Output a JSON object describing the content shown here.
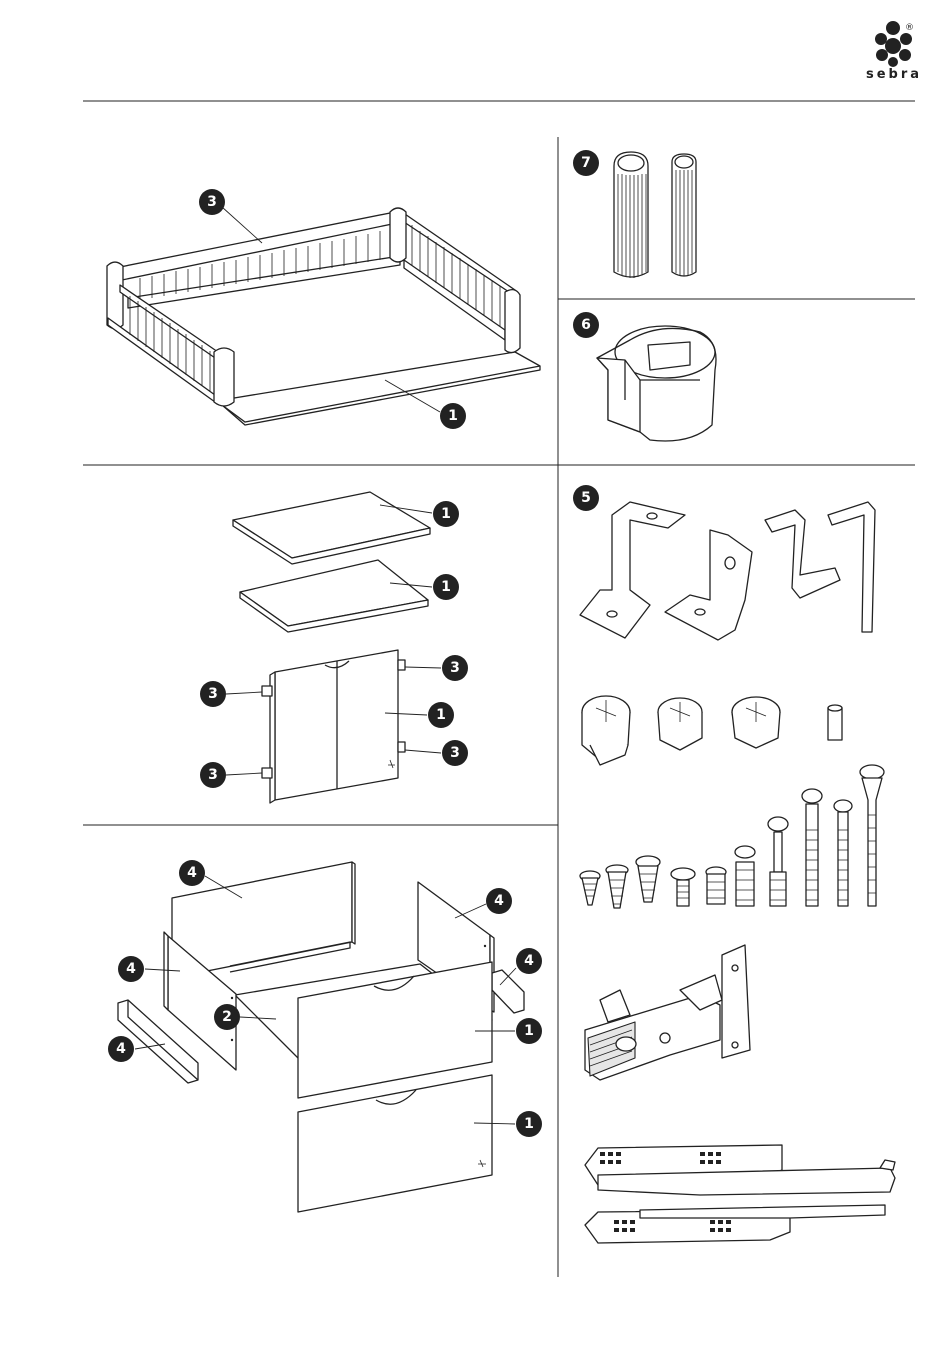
{
  "brand": {
    "name": "sebra",
    "registered": "®"
  },
  "callouts": {
    "n1": "1",
    "n2": "2",
    "n3": "3",
    "n4": "4",
    "n5": "5",
    "n6": "6",
    "n7": "7"
  }
}
